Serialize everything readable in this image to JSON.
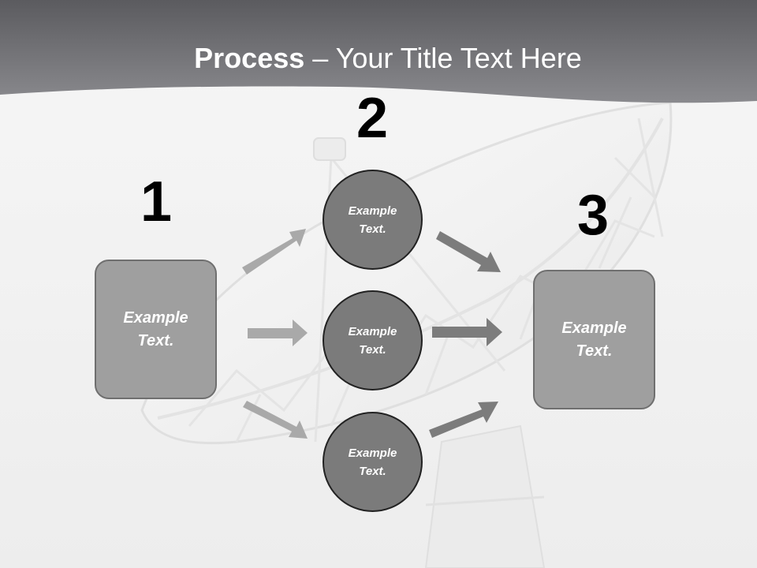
{
  "title": {
    "bold": "Process",
    "rest": " – Your Title Text Here"
  },
  "steps": [
    {
      "number": "1"
    },
    {
      "number": "2"
    },
    {
      "number": "3"
    }
  ],
  "left_box": {
    "line1": "Example",
    "line2": "Text."
  },
  "circles": [
    {
      "line1": "Example",
      "line2": "Text."
    },
    {
      "line1": "Example",
      "line2": "Text."
    },
    {
      "line1": "Example",
      "line2": "Text."
    }
  ],
  "right_box": {
    "line1": "Example",
    "line2": "Text."
  },
  "colors": {
    "header": "#6d6d70",
    "box_fill": "#9f9f9f",
    "circle_fill": "#7b7b7b",
    "arrow_light": "#a9a9a9",
    "arrow_dark": "#7c7c7c"
  }
}
